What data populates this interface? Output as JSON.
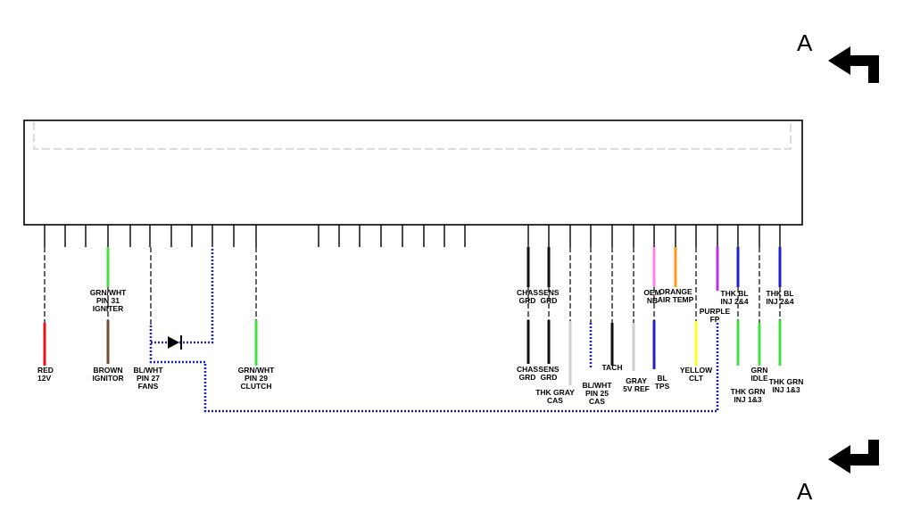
{
  "section_marker": {
    "top_letter": "A",
    "bottom_letter": "A"
  },
  "colors": {
    "red": "#e8141a",
    "green": "#42e042",
    "brown": "#7a4a2e",
    "blue": "#2020d0",
    "black": "#111111",
    "gray": "#cfcfcf",
    "pink": "#ff80e8",
    "orange": "#ff9a1a",
    "yellow": "#ffff20",
    "purple": "#c030e0",
    "connector_inner": "#c8c8c8"
  },
  "labels": {
    "red_12v": [
      "RED",
      "12V"
    ],
    "igniter_top": [
      "GRN/WHT",
      "PIN 31",
      "IGNITER"
    ],
    "brown_ignitor": [
      "BROWN",
      "IGNITOR"
    ],
    "fans": [
      "BL/WHT",
      "PIN 27",
      "FANS"
    ],
    "clutch": [
      "GRN/WHT",
      "PIN 29",
      "CLUTCH"
    ],
    "chas_grd_top": [
      "CHAS",
      "GRD"
    ],
    "sens_grd_top": [
      "SENS",
      "GRD"
    ],
    "chas_grd_bot": [
      "CHAS",
      "GRD"
    ],
    "sens_grd_bot": [
      "SENS",
      "GRD"
    ],
    "thk_gray_cas": [
      "THK GRAY",
      "CAS"
    ],
    "pin25_cas": [
      "BL/WHT",
      "PIN 25",
      "CAS"
    ],
    "tach": [
      "TACH"
    ],
    "gray_5v": [
      "GRAY",
      "5V REF"
    ],
    "oem_nb": [
      "OEM",
      "NB"
    ],
    "bl_tps": [
      "BL",
      "TPS"
    ],
    "orange_air": [
      "ORANGE",
      "AIR TEMP"
    ],
    "yellow_clt": [
      "YELLOW",
      "CLT"
    ],
    "purple_fp": [
      "PURPLE",
      "FP"
    ],
    "thk_bl_inj24_a": [
      "THK BL",
      "INJ 2&4"
    ],
    "thk_bl_inj24_b": [
      "THK BL",
      "INJ 2&4"
    ],
    "grn_idle": [
      "GRN",
      "IDLE"
    ],
    "thk_grn_inj13_a": [
      "THK GRN",
      "INJ 1&3"
    ],
    "thk_grn_inj13_b": [
      "THK GRN",
      "INJ 1&3"
    ]
  }
}
